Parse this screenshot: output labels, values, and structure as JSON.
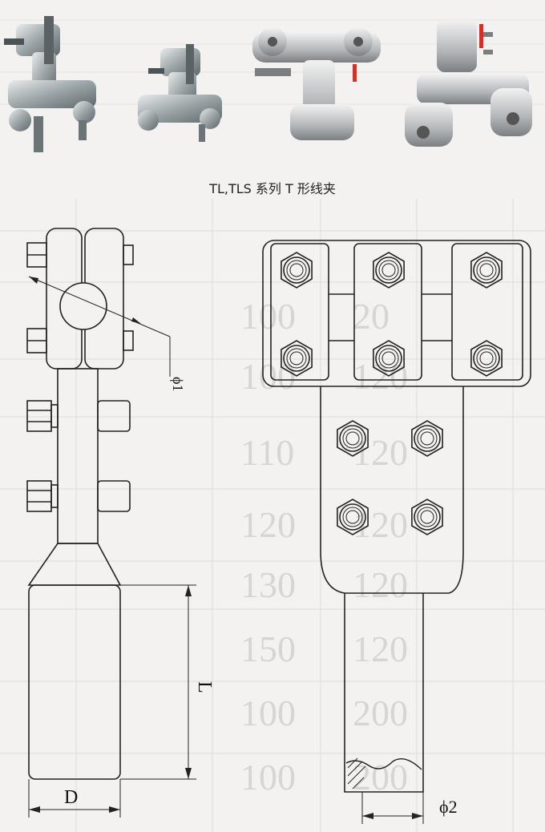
{
  "caption": "TL,TLS 系列 T 形线夹",
  "labels": {
    "d1": "ϕ1",
    "L": "L",
    "D": "D",
    "d2": "ϕ2"
  },
  "background_table": {
    "rows": [
      [
        "20",
        "100"
      ],
      [
        "120",
        "100"
      ],
      [
        "120",
        "110"
      ],
      [
        "120",
        "120"
      ],
      [
        "120",
        "130"
      ],
      [
        "120",
        "150"
      ],
      [
        "200",
        "100"
      ],
      [
        "200",
        "100"
      ]
    ]
  },
  "photos": [
    {
      "label": "TL clamp photo 1"
    },
    {
      "label": "TL clamp photo 2"
    },
    {
      "label": "TLS clamp photo 3"
    },
    {
      "label": "TLS clamp photo 4"
    }
  ]
}
